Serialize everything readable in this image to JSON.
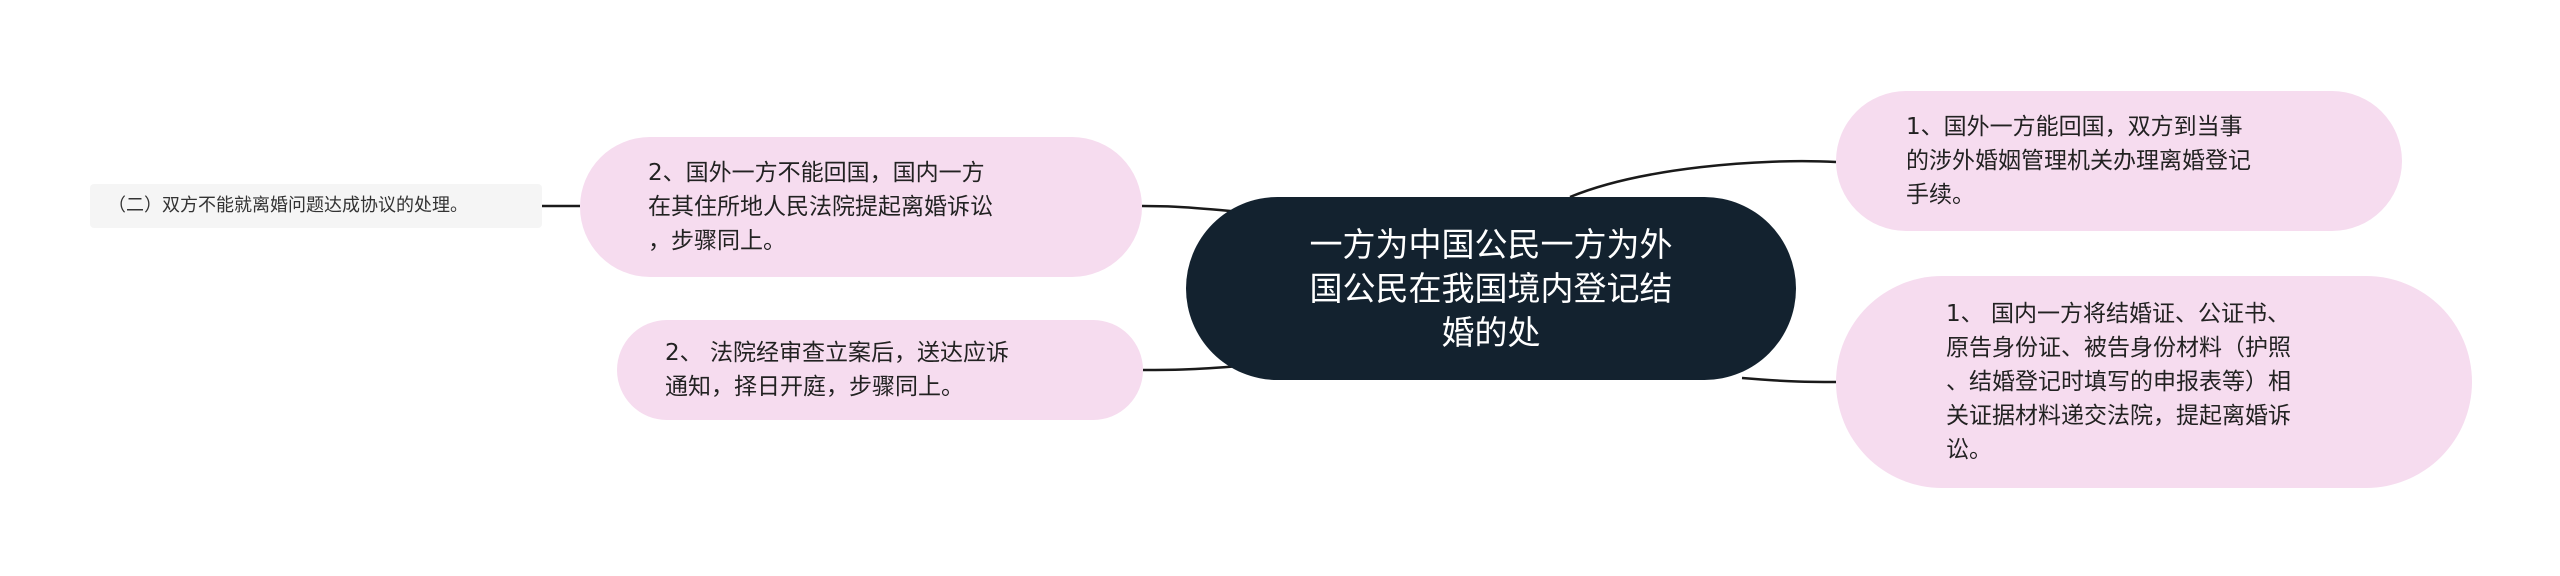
{
  "central": {
    "text": "一方为中国公民一方为外\n国公民在我国境内登记结\n婚的处"
  },
  "branches": {
    "left_top": "2、国外一方不能回国，国内一方\n在其住所地人民法院提起离婚诉讼\n，步骤同上。",
    "left_bottom": "2、  法院经审查立案后，送达应诉\n通知，择日开庭，步骤同上。",
    "right_top": "1、国外一方能回国，双方到当事\n的涉外婚姻管理机关办理离婚登记\n手续。",
    "right_bottom": "1、  国内一方将结婚证、公证书、\n原告身份证、被告身份材料（护照\n、结婚登记时填写的申报表等）相\n关证据材料递交法院，提起离婚诉\n讼。"
  },
  "leaf": {
    "text": "（二）双方不能就离婚问题达成协议的处理。"
  },
  "colors": {
    "central_fill": "#13222f",
    "branch_fill": "#f6dcef",
    "leaf_fill": "#f5f5f5",
    "connector": "#1a1a1a"
  }
}
